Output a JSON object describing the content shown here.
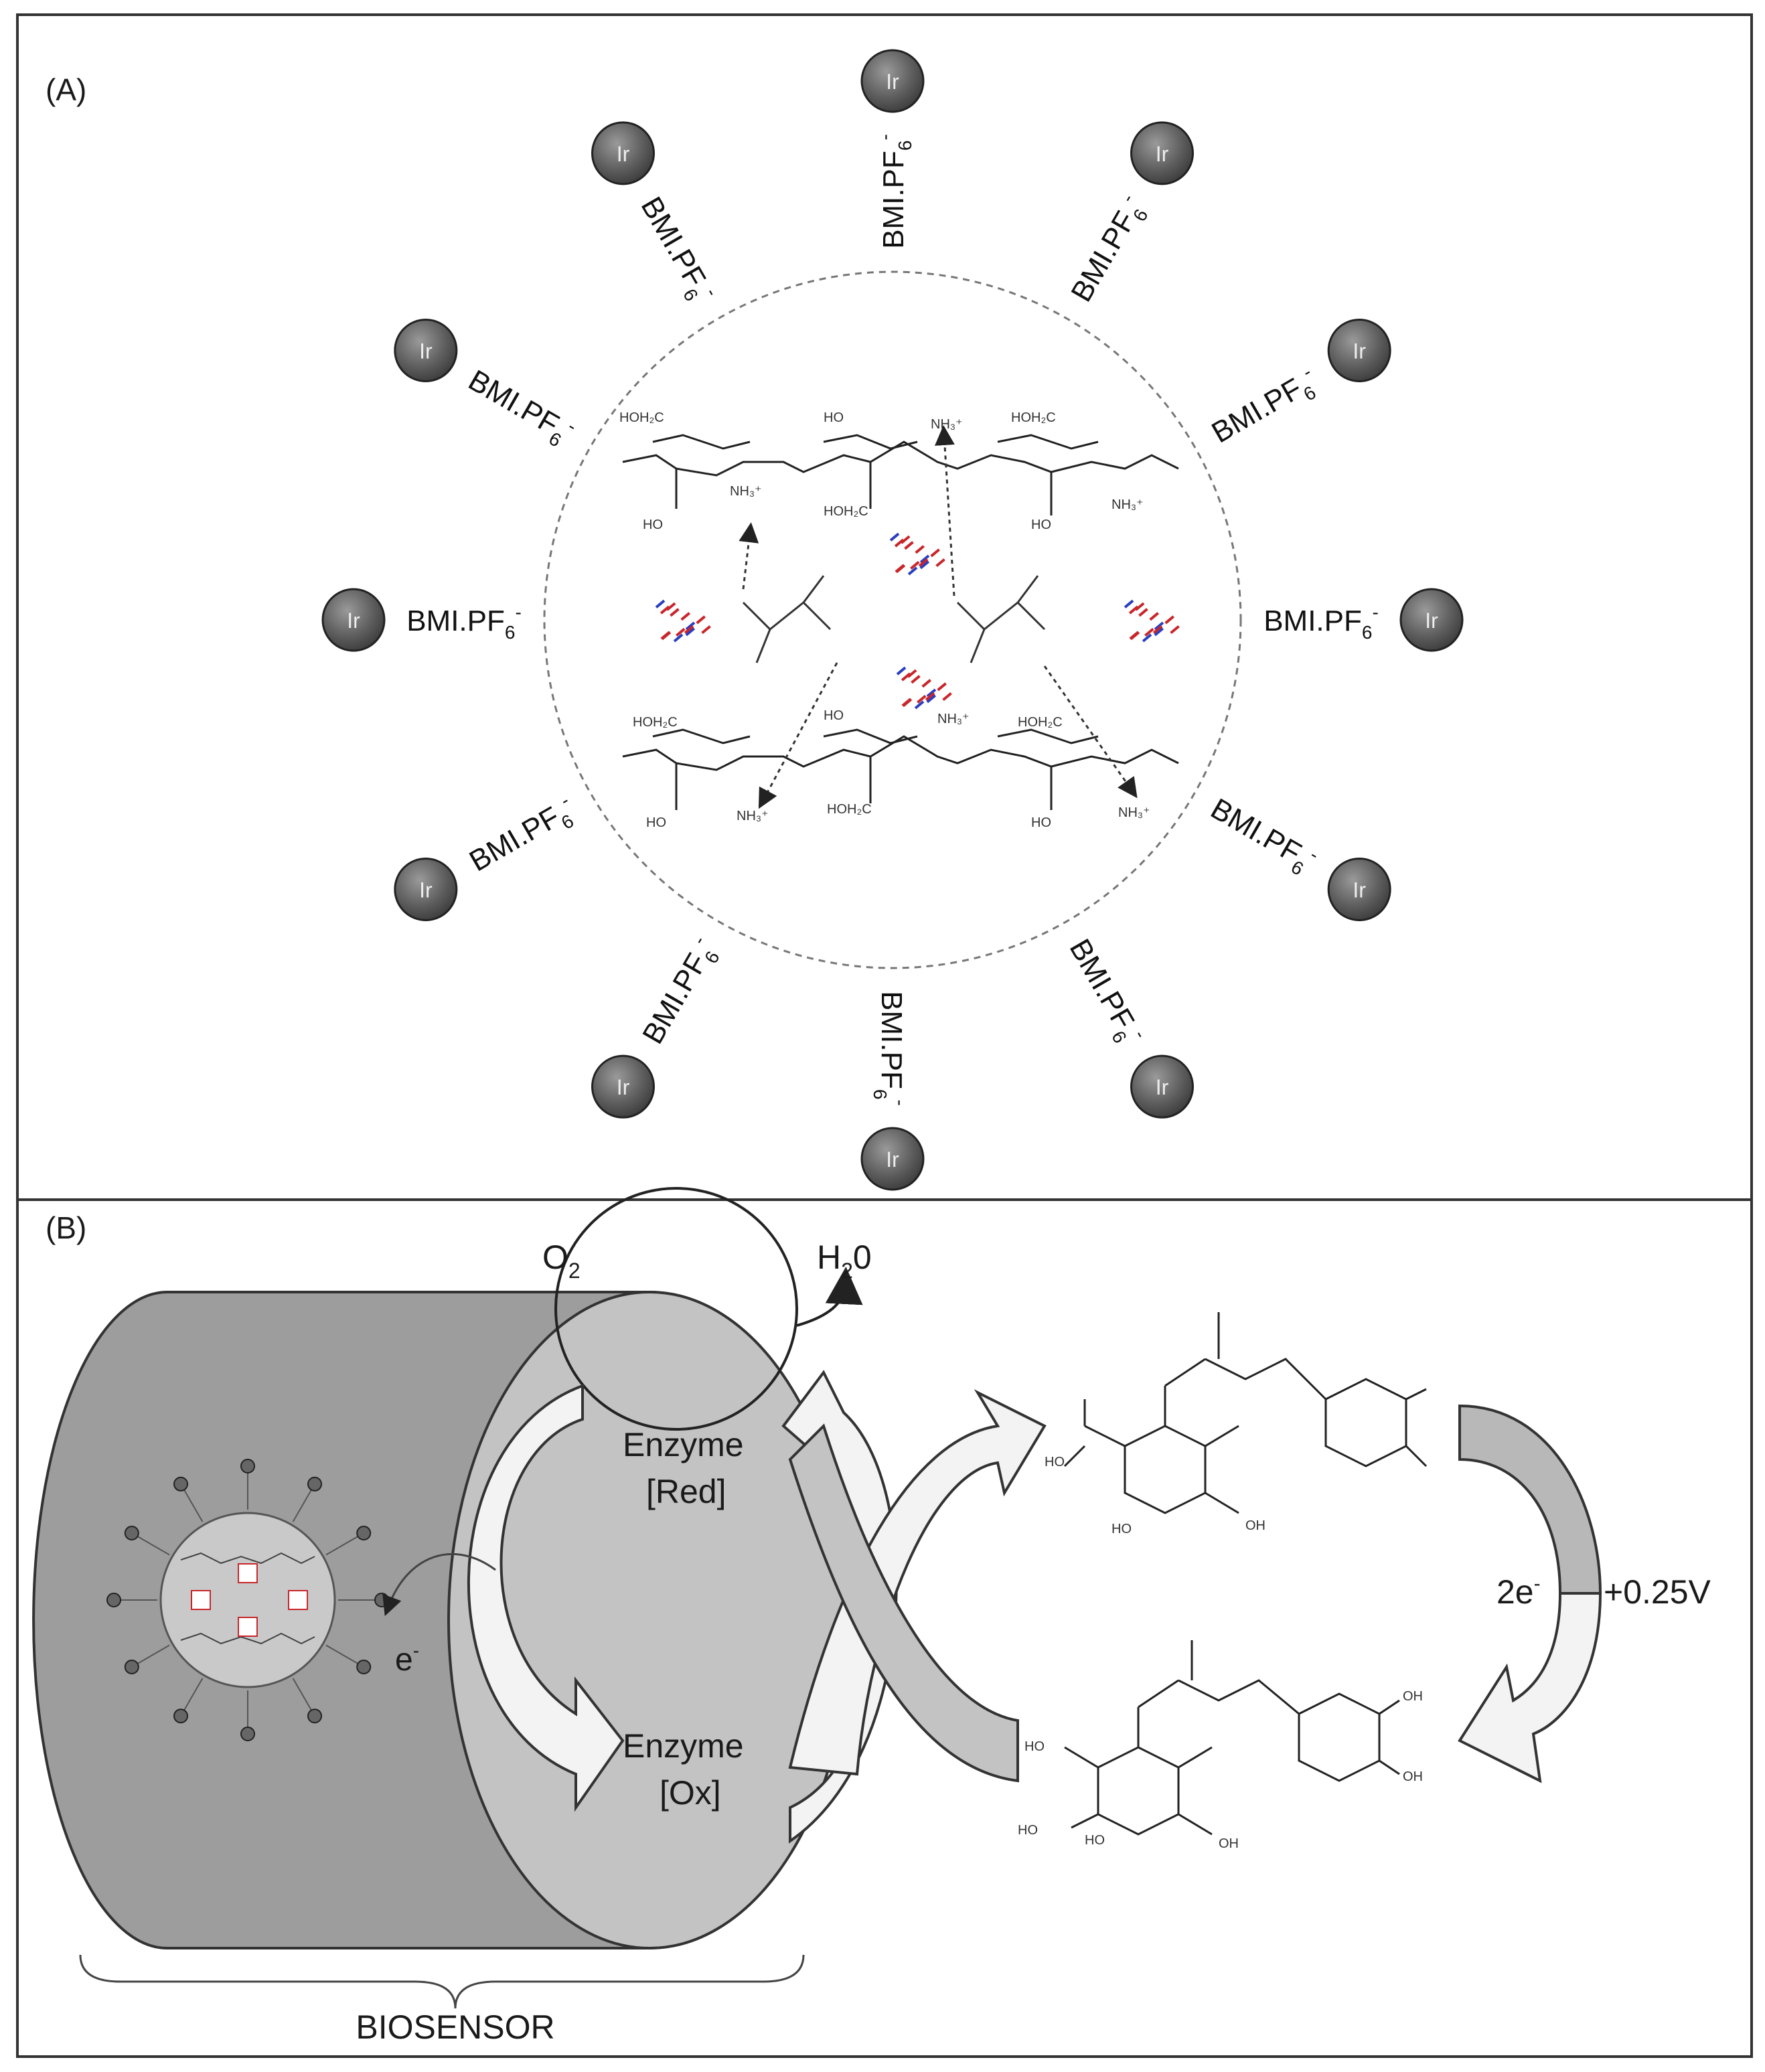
{
  "panel_a": {
    "label": "(A)",
    "ligand_label": "BMI.PF",
    "ligand_subscript": "6",
    "ligand_superscript": "-",
    "particle_label": "Ir",
    "chem_labels": {
      "hoh2c": "HOH₂C",
      "ho": "HO",
      "nh3": "NH₃⁺"
    }
  },
  "panel_b": {
    "label": "(B)",
    "o2": "O",
    "o2_sub": "2",
    "h2o_h": "H",
    "h2o_sub": "2",
    "h2o_o": "0",
    "enzyme_red_line1": "Enzyme",
    "enzyme_red_line2": "[Red]",
    "enzyme_ox_line1": "Enzyme",
    "enzyme_ox_line2": "[Ox]",
    "electron": "e",
    "electron_sup": "-",
    "two_e": "2e",
    "two_e_sup": "-",
    "voltage": "+0.25V",
    "biosensor": "BIOSENSOR",
    "chem_labels": {
      "ho": "HO",
      "oh": "OH"
    }
  }
}
